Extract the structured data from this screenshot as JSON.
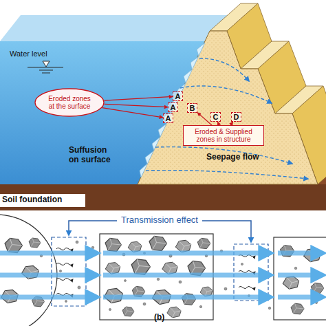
{
  "diagram": {
    "nodes": [
      {
        "text": [
          "Eroded zones at the surface"
        ]
      },
      {
        "text": [
          "A"
        ]
      },
      {
        "text": [
          "A"
        ]
      },
      {
        "text": [
          "A"
        ]
      },
      {
        "text": [
          "B"
        ]
      },
      {
        "text": [
          "C"
        ]
      },
      {
        "text": [
          "D"
        ]
      },
      {
        "text": [
          "Eroded & Supplied zones in structure"
        ]
      }
    ],
    "edges": [
      {
        "from": 0,
        "to": 1,
        "arrow": "to"
      },
      {
        "from": 0,
        "to": 2,
        "arrow": "to"
      },
      {
        "from": 0,
        "to": 3,
        "arrow": "to"
      },
      {
        "from": 7,
        "to": 4,
        "arrow": "to"
      },
      {
        "from": 7,
        "to": 5,
        "arrow": "to"
      },
      {
        "from": 7,
        "to": 6,
        "arrow": "to"
      }
    ],
    "labels": [
      "Water level",
      "Suffusion on surface",
      "Seepage flow",
      "Soil foundation",
      "Transmission effect",
      "(b)"
    ]
  }
}
